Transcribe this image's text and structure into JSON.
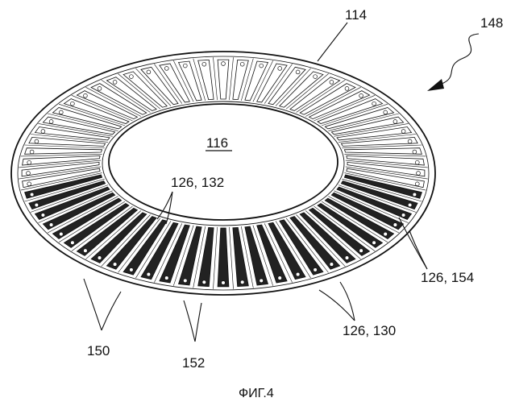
{
  "figure": {
    "caption": "ФИГ.4",
    "labels": {
      "l114": "114",
      "l148": "148",
      "l116": "116",
      "l126_132": "126, 132",
      "l126_154": "126, 154",
      "l126_130": "126, 130",
      "l150": "150",
      "l152": "152"
    },
    "slot_count": 64
  }
}
